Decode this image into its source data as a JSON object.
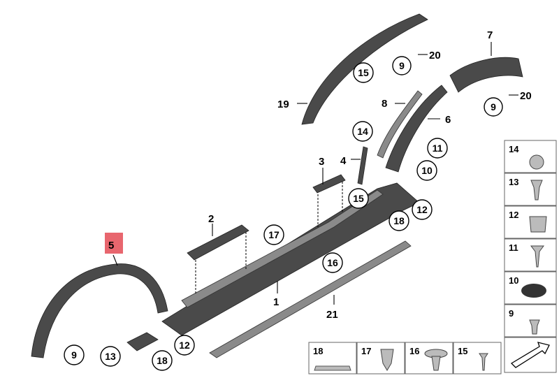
{
  "highlight_color": "#e8666e",
  "highlighted_label": "5",
  "plain_labels": {
    "l1": "1",
    "l2": "2",
    "l3": "3",
    "l4": "4",
    "l5": "5",
    "l6": "6",
    "l7": "7",
    "l8": "8",
    "l19": "19",
    "l20a": "20",
    "l20b": "20",
    "l21": "21"
  },
  "circled_labels": {
    "c15a": "15",
    "c9a": "9",
    "c9b": "9",
    "c14": "14",
    "c11": "11",
    "c10": "10",
    "c15b": "15",
    "c12a": "12",
    "c18a": "18",
    "c17": "17",
    "c16": "16",
    "c9c": "9",
    "c13": "13",
    "c12b": "12",
    "c18b": "18"
  },
  "fastener_table_right": [
    "14",
    "13",
    "12",
    "11",
    "10",
    "9"
  ],
  "fastener_table_bottom": [
    "18",
    "17",
    "16",
    "15"
  ]
}
